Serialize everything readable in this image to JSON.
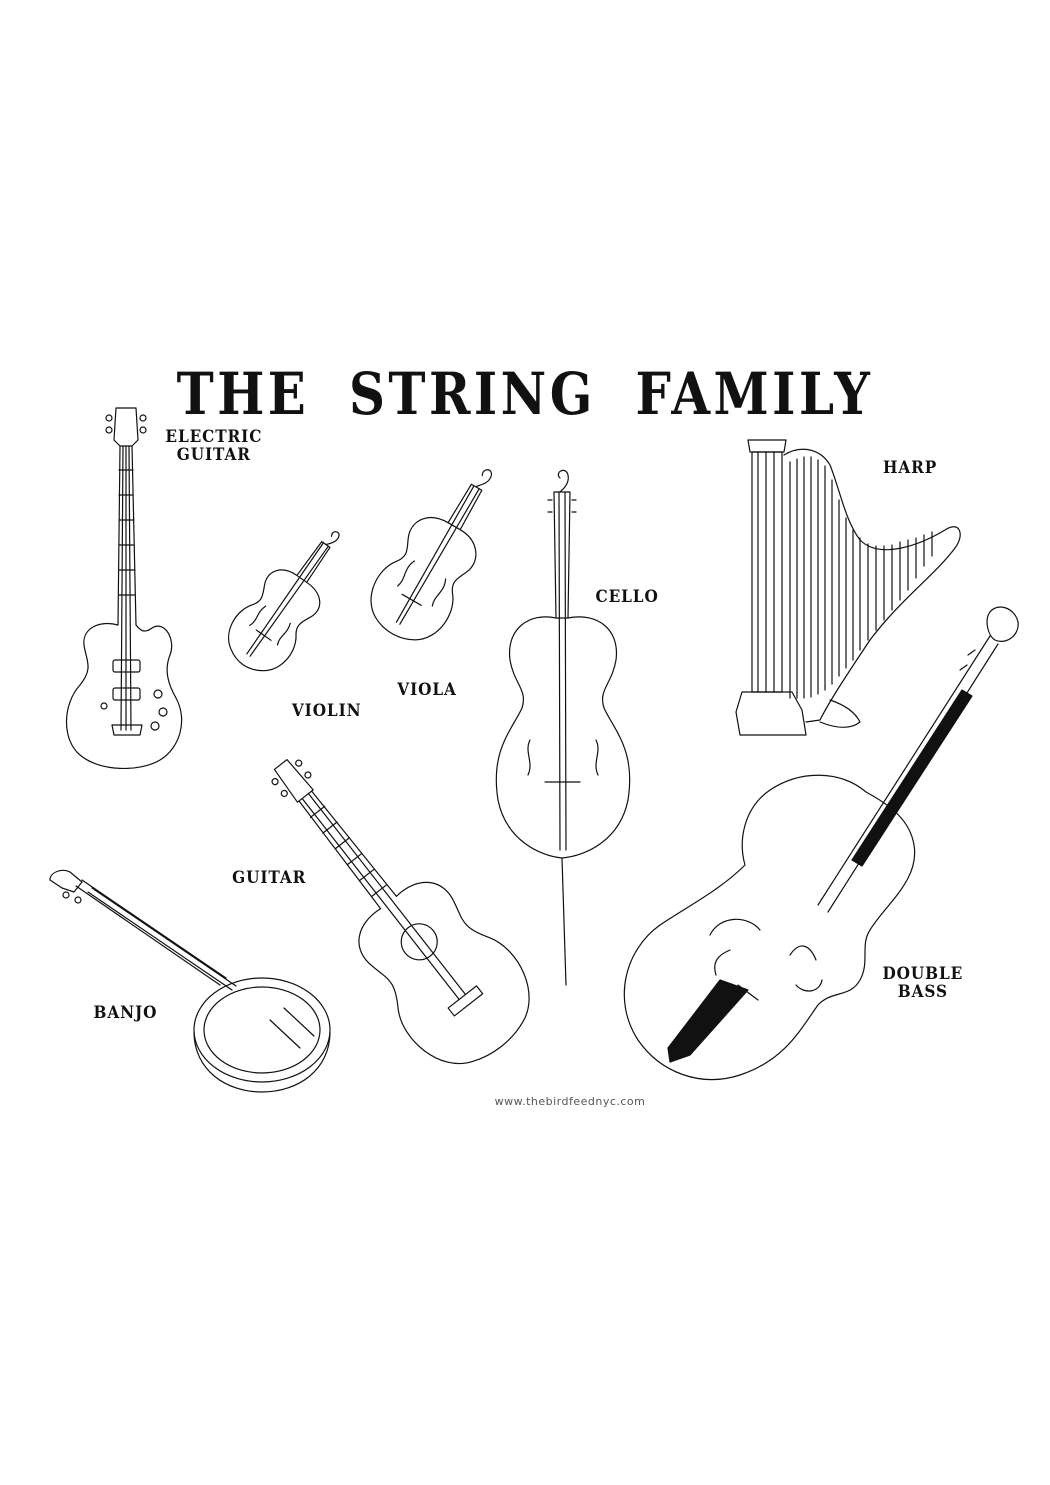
{
  "title": "THE STRING FAMILY",
  "labels": {
    "electric_guitar": [
      "ELECTRIC",
      "GUITAR"
    ],
    "violin": "VIOLIN",
    "viola": "VIOLA",
    "cello": "CELLO",
    "harp": "HARP",
    "guitar": "GUITAR",
    "banjo": "BANJO",
    "double_bass": [
      "DOUBLE",
      "BASS"
    ]
  },
  "footer": "www.thebirdfeednyc.com",
  "icons": [
    "electric-guitar-icon",
    "violin-icon",
    "viola-icon",
    "cello-icon",
    "harp-icon",
    "acoustic-guitar-icon",
    "banjo-icon",
    "double-bass-icon"
  ],
  "colors": {
    "ink": "#111111",
    "paper": "#ffffff",
    "footer": "#555555"
  }
}
